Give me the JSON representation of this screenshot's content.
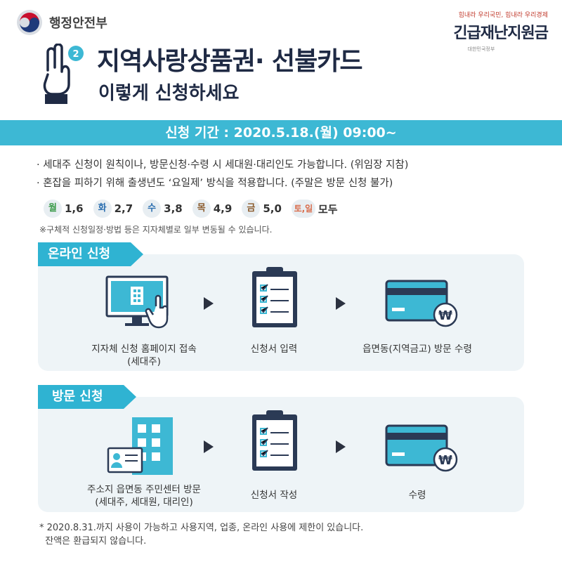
{
  "header": {
    "ministry": "행정안전부",
    "slogan_sub": "힘내라 우리국민, 힘내라 우리경제",
    "slogan_main": "긴급재난지원금",
    "slogan_org": "대한민국정부",
    "badge_number": "2",
    "title_line1": "지역사랑상품권· 선불카드",
    "title_line2": "이렇게 신청하세요"
  },
  "period": "신청 기간 : 2020.5.18.(월) 09:00~",
  "notes": [
    "· 세대주 신청이 원칙이나, 방문신청·수령 시 세대원·대리인도 가능합니다. (위임장 지참)",
    "· 혼잡을 피하기 위해  출생년도 ‘요일제’ 방식을 적용합니다. (주말은 방문 신청 불가)"
  ],
  "days": [
    {
      "day": "월",
      "nums": "1,6",
      "color": "#3b9a4a"
    },
    {
      "day": "화",
      "nums": "2,7",
      "color": "#2c6fb0"
    },
    {
      "day": "수",
      "nums": "3,8",
      "color": "#2c6fb0"
    },
    {
      "day": "목",
      "nums": "4,9",
      "color": "#8a5a2b"
    },
    {
      "day": "금",
      "nums": "5,0",
      "color": "#8a5a2b"
    },
    {
      "day": "토,일",
      "nums": "모두",
      "color": "#d96b4a"
    }
  ],
  "footnote": "※구체적 신청일정·방법 등은 지자체별로 일부 변동될 수 있습니다.",
  "online": {
    "title": "온라인 신청",
    "steps": [
      {
        "line1": "지자체 신청 홈페이지 접속",
        "line2": "(세대주)"
      },
      {
        "line1": "신청서 입력",
        "line2": ""
      },
      {
        "line1": "읍면동(지역금고) 방문 수령",
        "line2": ""
      }
    ]
  },
  "visit": {
    "title": "방문 신청",
    "steps": [
      {
        "line1": "주소지 읍면동 주민센터 방문",
        "line2": "(세대주, 세대원, 대리인)"
      },
      {
        "line1": "신청서 작성",
        "line2": ""
      },
      {
        "line1": "수령",
        "line2": ""
      }
    ]
  },
  "currency_symbol": "₩",
  "bottom_note": [
    "* 2020.8.31.까지 사용이 가능하고 사용지역, 업종, 온라인 사용에 제한이 있습니다.",
    "  잔액은 환급되지 않습니다."
  ],
  "colors": {
    "accent": "#3db8d4",
    "navy": "#1f2a44",
    "panel": "#eef4f7"
  }
}
